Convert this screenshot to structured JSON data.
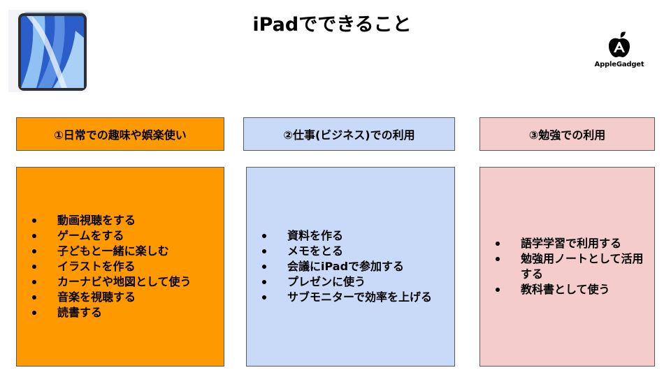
{
  "title": "iPadでできること",
  "brand": {
    "logo_text": "AppleGadget",
    "image": "apple-logo-icon"
  },
  "product_image": "ipad-icon",
  "colors": {
    "orange": "#ff9900",
    "blue": "#c9daf8",
    "pink": "#f4cccc",
    "border": "#595959"
  },
  "columns": [
    {
      "heading": "①日常での趣味や娯楽使い",
      "items": [
        "動画視聴をする",
        "ゲームをする",
        "子どもと一緒に楽しむ",
        "イラストを作る",
        "カーナビや地図として使う",
        "音楽を視聴する",
        "読書する"
      ]
    },
    {
      "heading": "②仕事(ビジネス)での利用",
      "items": [
        "資料を作る",
        "メモをとる",
        "会議にiPadで参加する",
        "プレゼンに使う",
        "サブモニターで効率を上げる"
      ]
    },
    {
      "heading": "③勉強での利用",
      "items": [
        "語学学習で利用する",
        "勉強用ノートとして活用する",
        "教科書として使う"
      ]
    }
  ]
}
